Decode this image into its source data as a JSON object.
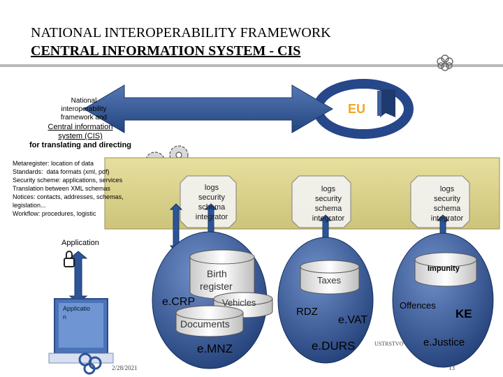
{
  "header": {
    "title_line1": "NATIONAL INTEROPERABILITY FRAMEWORK",
    "title_line2": "CENTRAL INFORMATION SYSTEM - CIS"
  },
  "left_panel": {
    "national_line1": "National",
    "national_line2": "interoperability",
    "national_line3": "framework and",
    "cis_line1": "Central information",
    "cis_line2": "system (CIS)",
    "cis_line3": "for translating and directing",
    "metaregister": "Metaregister: location of data\nStandards:  data formats (xml, pdf)\nSecurity scheme: applications, services\nTranslation between XML schemas\nNotices: contacts, addresses, schemas,\nlegislation...\nWorkflow: procedures, logistic"
  },
  "eu": {
    "label": "EU"
  },
  "integrators": [
    {
      "l1": "logs",
      "l2": "security",
      "l3": "schema",
      "l4": "integrator"
    },
    {
      "l1": "logs",
      "l2": "security",
      "l3": "schema",
      "l4": "integrator"
    },
    {
      "l1": "logs",
      "l2": "security",
      "l3": "schema",
      "l4": "integrator"
    }
  ],
  "application": {
    "top_label": "Application",
    "box_label_1": "Applicatio",
    "box_label_2": "n"
  },
  "cluster_left": {
    "birth_1": "Birth",
    "birth_2": "register",
    "ecrp": "e.CRP",
    "vehicles": "Vehicles",
    "documents": "Documents",
    "emnz": "e.MNZ"
  },
  "cluster_mid": {
    "taxes": "Taxes",
    "rdz": "RDZ",
    "evat": "e.VAT",
    "edurs": "e.DURS"
  },
  "cluster_right": {
    "impunity": "Impunity",
    "offences": "Offences",
    "ke": "KE",
    "ejustice": "e.Justice"
  },
  "footer": {
    "date": "2/28/2021",
    "page": "13",
    "small_mark": "USTRSTVO"
  },
  "colors": {
    "navy": "#1f3a6e",
    "blue": "#3c5e9c",
    "arrow": "#2c5597",
    "band": "#d8cf88"
  }
}
